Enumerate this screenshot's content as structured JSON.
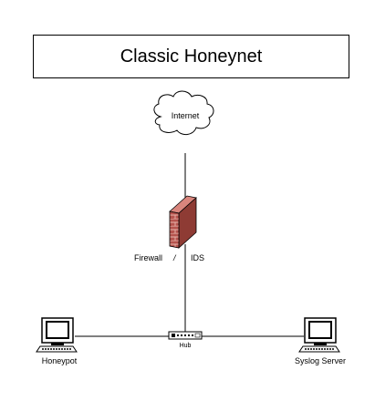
{
  "diagram": {
    "title": "Classic Honeynet",
    "nodes": {
      "internet": "Internet",
      "firewall": "Firewall",
      "separator": "/",
      "ids": "IDS",
      "hub": "Hub",
      "honeypot": "Honeypot",
      "syslog": "Syslog Server"
    },
    "connections": [
      [
        "internet",
        "firewall"
      ],
      [
        "firewall",
        "hub"
      ],
      [
        "honeypot",
        "hub"
      ],
      [
        "hub",
        "syslog"
      ]
    ]
  }
}
